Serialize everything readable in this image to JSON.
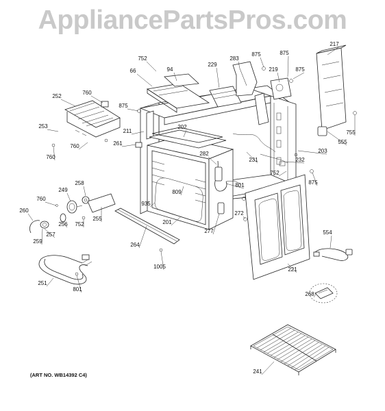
{
  "watermark": "AppliancePartsPros.com",
  "art_number": "(ART NO. WB14392 C4)",
  "callouts": [
    "752",
    "94",
    "66",
    "229",
    "283",
    "875",
    "875",
    "219",
    "875",
    "217",
    "252",
    "760",
    "875",
    "211",
    "202",
    "755",
    "555",
    "203",
    "253",
    "760",
    "261",
    "760",
    "282",
    "231",
    "232",
    "752",
    "875",
    "258",
    "249",
    "760",
    "801",
    "809",
    "935",
    "260",
    "256",
    "752",
    "255",
    "272",
    "201",
    "277",
    "259",
    "257",
    "264",
    "554",
    "1005",
    "251",
    "801",
    "221",
    "268",
    "241"
  ]
}
